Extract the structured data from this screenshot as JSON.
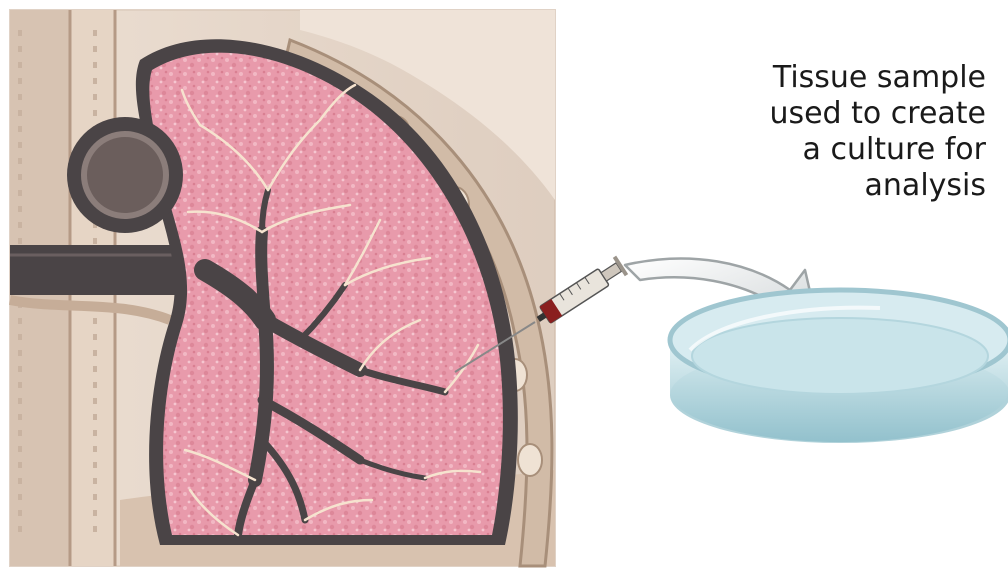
{
  "caption": {
    "lines": [
      "Tissue sample",
      "used to create",
      "a culture for",
      "analysis"
    ]
  },
  "figure": {
    "parts": [
      "lung-cross-section",
      "needle-syringe",
      "arrow",
      "petri-dish"
    ],
    "colors": {
      "lung_tissue": "#e79aaa",
      "airway": "#4a4446",
      "chest_wall": "#d9c7b6",
      "dish_liquid": "#c9e4ea",
      "dish_rim": "#a9cdd6"
    }
  }
}
